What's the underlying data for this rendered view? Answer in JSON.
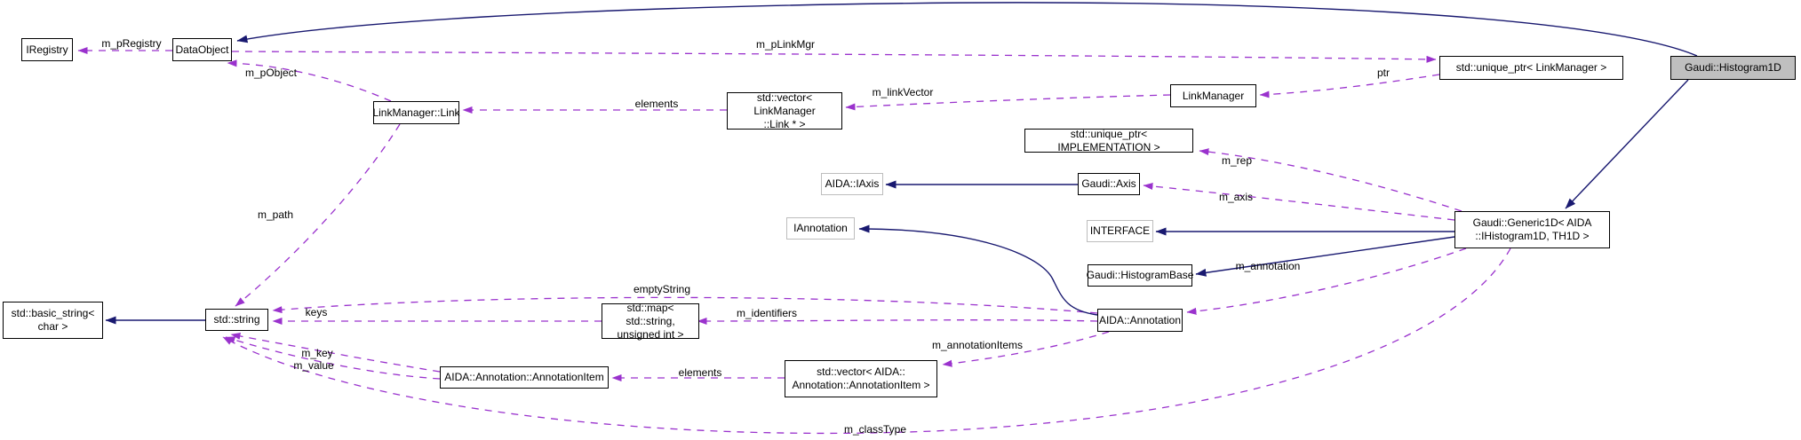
{
  "diagram": {
    "title": "Collaboration graph for Gaudi::Histogram1D",
    "colors": {
      "background": "#ffffff",
      "inheritance_edge": "#191970",
      "usage_edge": "#9a32cd",
      "node_border": "#000000",
      "node_border_undocumented": "#bdbdbd",
      "highlight_node_fill": "#bfbfbf",
      "node_fill": "#ffffff"
    },
    "nodes": [
      {
        "id": "iregistry",
        "label": "IRegistry"
      },
      {
        "id": "dataobject",
        "label": "DataObject"
      },
      {
        "id": "linkmanager-link",
        "label": "LinkManager::Link"
      },
      {
        "id": "vector-linkmanager-link",
        "label": "std::vector< LinkManager\n::Link * >"
      },
      {
        "id": "linkmanager",
        "label": "LinkManager"
      },
      {
        "id": "unique-ptr-linkmanager",
        "label": "std::unique_ptr< LinkManager >"
      },
      {
        "id": "gaudi-histogram1d",
        "label": "Gaudi::Histogram1D",
        "highlighted": true
      },
      {
        "id": "unique-ptr-implementation",
        "label": "std::unique_ptr< IMPLEMENTATION >"
      },
      {
        "id": "aida-iaxis",
        "label": "AIDA::IAxis"
      },
      {
        "id": "gaudi-axis",
        "label": "Gaudi::Axis"
      },
      {
        "id": "iannotation",
        "label": "IAnnotation"
      },
      {
        "id": "interface",
        "label": "INTERFACE"
      },
      {
        "id": "gaudi-generic1d",
        "label": "Gaudi::Generic1D< AIDA\n::IHistogram1D, TH1D >"
      },
      {
        "id": "gaudi-histogrambase",
        "label": "Gaudi::HistogramBase"
      },
      {
        "id": "aida-annotation",
        "label": "AIDA::Annotation"
      },
      {
        "id": "std-basic-string",
        "label": "std::basic_string<\nchar >"
      },
      {
        "id": "std-string",
        "label": "std::string"
      },
      {
        "id": "std-map",
        "label": "std::map< std::string,\nunsigned int >"
      },
      {
        "id": "annotation-item",
        "label": "AIDA::Annotation::AnnotationItem"
      },
      {
        "id": "vector-annotation-item",
        "label": "std::vector< AIDA::\nAnnotation::AnnotationItem >"
      }
    ],
    "edge_labels": [
      {
        "text": "m_pRegistry"
      },
      {
        "text": "m_pLinkMgr"
      },
      {
        "text": "m_pObject"
      },
      {
        "text": "elements"
      },
      {
        "text": "m_linkVector"
      },
      {
        "text": "ptr"
      },
      {
        "text": "m_rep"
      },
      {
        "text": "m_axis"
      },
      {
        "text": "m_annotation"
      },
      {
        "text": "m_path"
      },
      {
        "text": "emptyString"
      },
      {
        "text": "keys"
      },
      {
        "text": "m_identifiers"
      },
      {
        "text": "m_key"
      },
      {
        "text": "m_value"
      },
      {
        "text": "elements"
      },
      {
        "text": "m_annotationItems"
      },
      {
        "text": "m_classType"
      }
    ],
    "edges": [
      {
        "from": "DataObject",
        "to": "IRegistry",
        "label": "m_pRegistry",
        "type": "usage"
      },
      {
        "from": "DataObject",
        "to": "std::unique_ptr< LinkManager >",
        "label": "m_pLinkMgr",
        "type": "usage"
      },
      {
        "from": "LinkManager::Link",
        "to": "DataObject",
        "label": "m_pObject",
        "type": "usage"
      },
      {
        "from": "std::vector< LinkManager::Link * >",
        "to": "LinkManager::Link",
        "label": "elements",
        "type": "usage"
      },
      {
        "from": "LinkManager",
        "to": "std::vector< LinkManager::Link * >",
        "label": "m_linkVector",
        "type": "usage"
      },
      {
        "from": "std::unique_ptr< LinkManager >",
        "to": "LinkManager",
        "label": "ptr",
        "type": "usage"
      },
      {
        "from": "Gaudi::Generic1D< AIDA::IHistogram1D, TH1D >",
        "to": "std::unique_ptr< IMPLEMENTATION >",
        "label": "m_rep",
        "type": "usage"
      },
      {
        "from": "Gaudi::Generic1D< AIDA::IHistogram1D, TH1D >",
        "to": "Gaudi::Axis",
        "label": "m_axis",
        "type": "usage"
      },
      {
        "from": "Gaudi::Generic1D< AIDA::IHistogram1D, TH1D >",
        "to": "AIDA::Annotation",
        "label": "m_annotation",
        "type": "usage"
      },
      {
        "from": "Gaudi::Generic1D< AIDA::IHistogram1D, TH1D >",
        "to": "std::string",
        "label": "m_classType",
        "type": "usage"
      },
      {
        "from": "LinkManager::Link",
        "to": "std::string",
        "label": "m_path",
        "type": "usage"
      },
      {
        "from": "AIDA::Annotation",
        "to": "std::string",
        "label": "emptyString",
        "type": "usage"
      },
      {
        "from": "std::map< std::string, unsigned int >",
        "to": "std::string",
        "label": "keys",
        "type": "usage"
      },
      {
        "from": "AIDA::Annotation",
        "to": "std::map< std::string, unsigned int >",
        "label": "m_identifiers",
        "type": "usage"
      },
      {
        "from": "AIDA::Annotation::AnnotationItem",
        "to": "std::string",
        "label": "m_key",
        "type": "usage"
      },
      {
        "from": "AIDA::Annotation::AnnotationItem",
        "to": "std::string",
        "label": "m_value",
        "type": "usage"
      },
      {
        "from": "std::vector< AIDA::Annotation::AnnotationItem >",
        "to": "AIDA::Annotation::AnnotationItem",
        "label": "elements",
        "type": "usage"
      },
      {
        "from": "AIDA::Annotation",
        "to": "std::vector< AIDA::Annotation::AnnotationItem >",
        "label": "m_annotationItems",
        "type": "usage"
      },
      {
        "from": "Gaudi::Histogram1D",
        "to": "DataObject",
        "type": "inheritance"
      },
      {
        "from": "Gaudi::Histogram1D",
        "to": "Gaudi::Generic1D< AIDA::IHistogram1D, TH1D >",
        "type": "inheritance"
      },
      {
        "from": "Gaudi::Generic1D< AIDA::IHistogram1D, TH1D >",
        "to": "INTERFACE",
        "type": "inheritance"
      },
      {
        "from": "Gaudi::Generic1D< AIDA::IHistogram1D, TH1D >",
        "to": "Gaudi::HistogramBase",
        "type": "inheritance"
      },
      {
        "from": "Gaudi::Axis",
        "to": "AIDA::IAxis",
        "type": "inheritance"
      },
      {
        "from": "AIDA::Annotation",
        "to": "IAnnotation",
        "type": "inheritance"
      },
      {
        "from": "std::string",
        "to": "std::basic_string< char >",
        "type": "inheritance"
      }
    ]
  }
}
